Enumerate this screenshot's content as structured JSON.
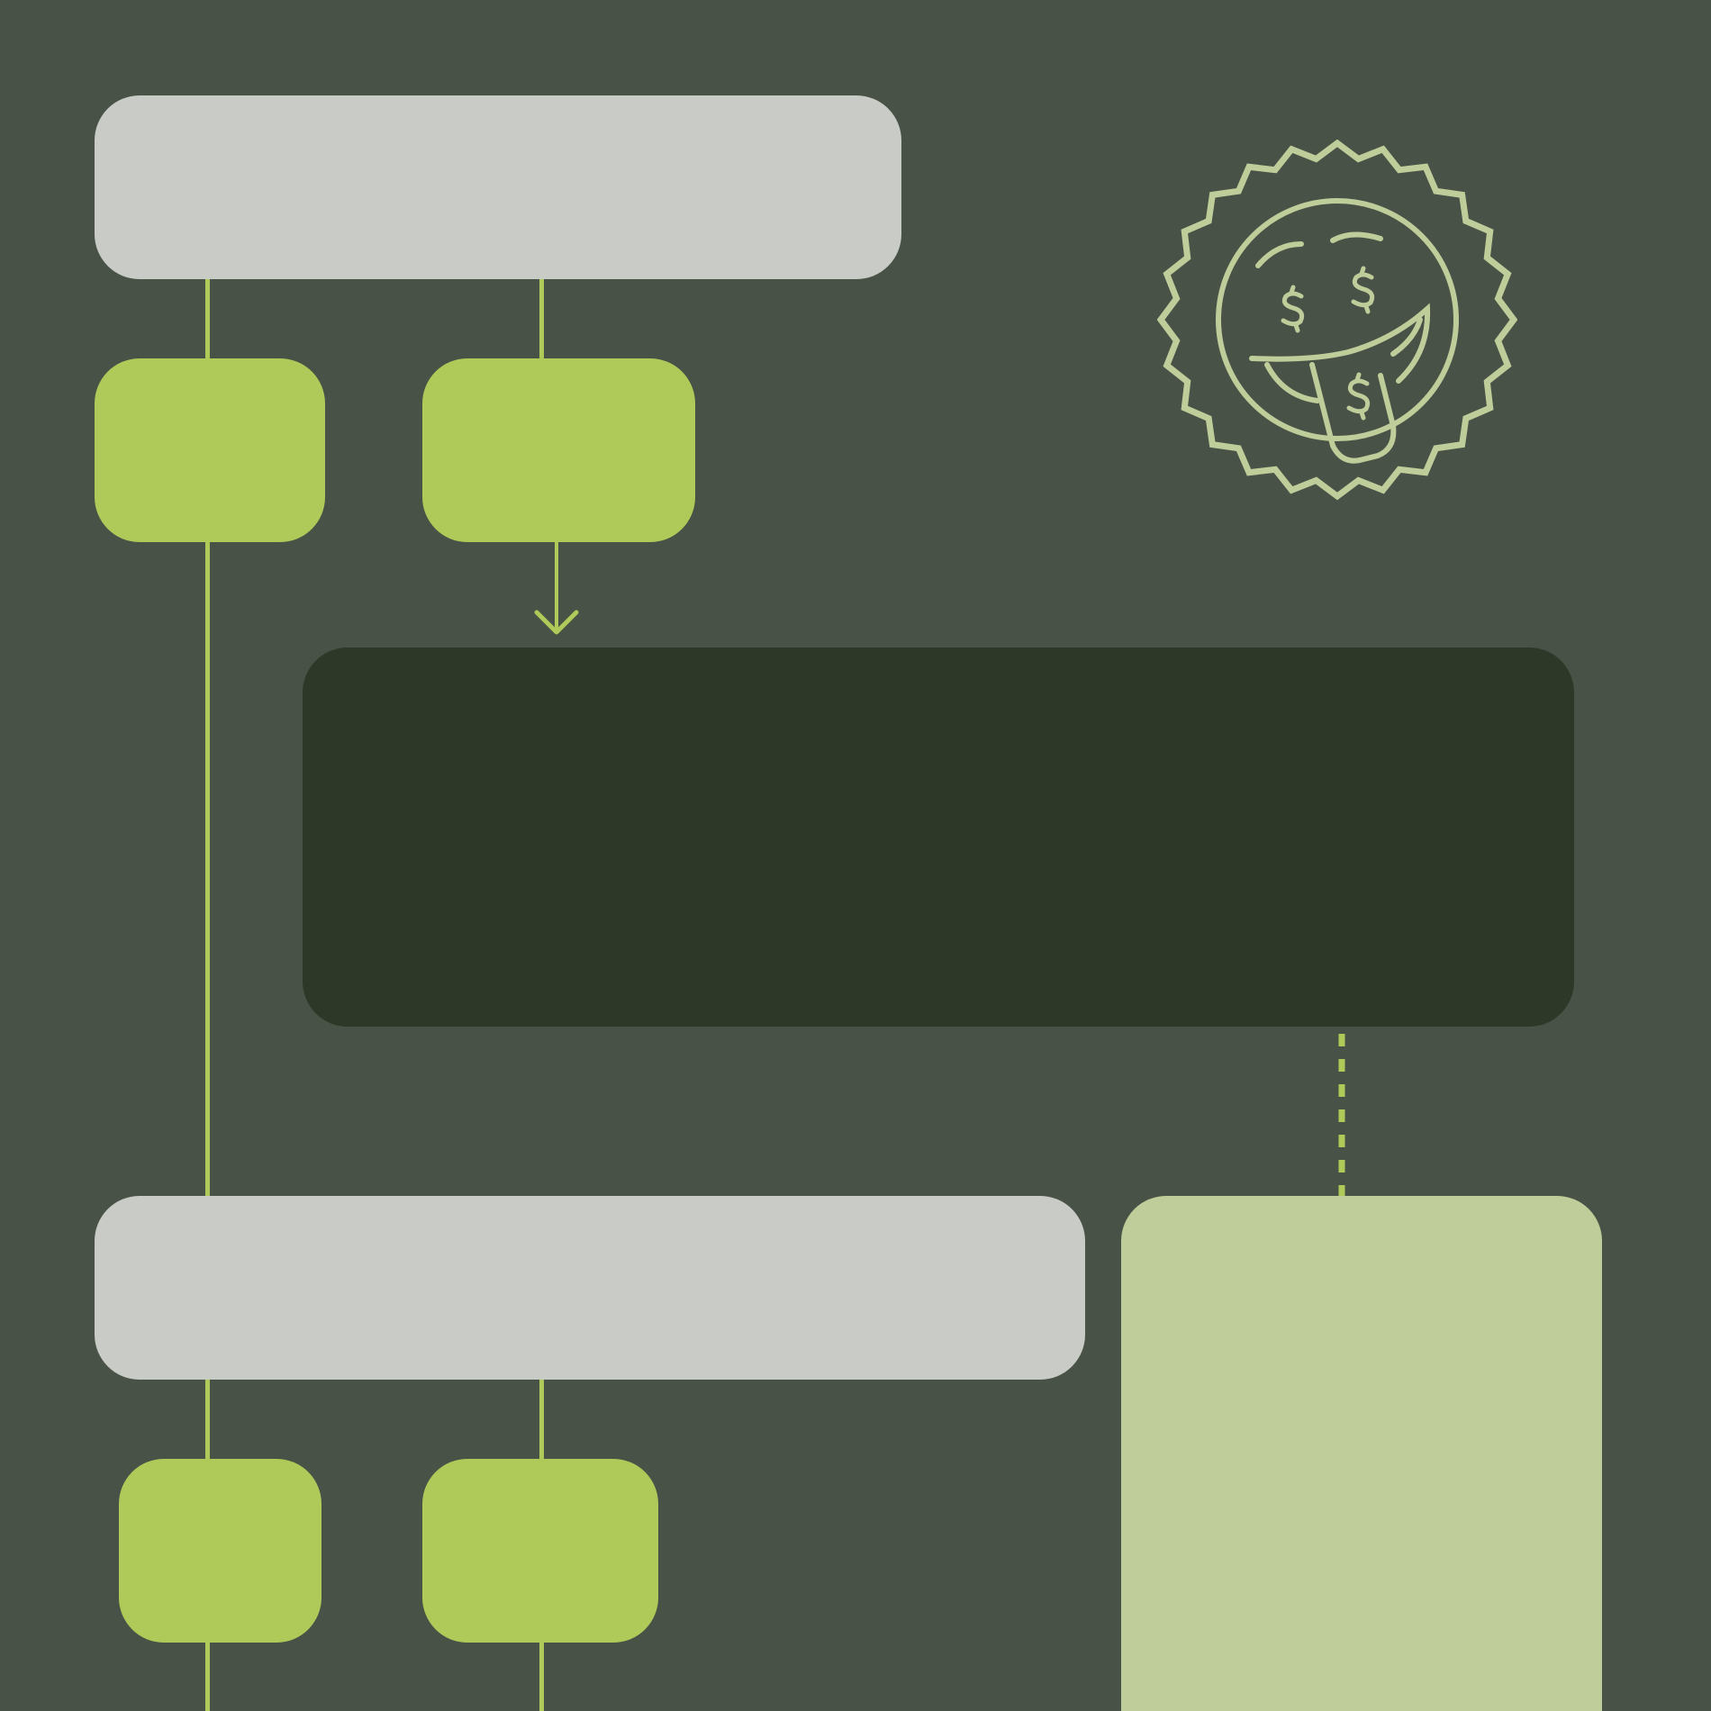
{
  "diagram": {
    "background_color": "#495246",
    "connector_color": "#b0ca59",
    "nodes": [
      {
        "id": "top-bar",
        "label": "",
        "color": "#c9cbc7"
      },
      {
        "id": "top-step-1",
        "label": "",
        "color": "#b0ca59"
      },
      {
        "id": "top-step-2",
        "label": "",
        "color": "#b0ca59"
      },
      {
        "id": "main-panel",
        "label": "",
        "color": "#2e3828"
      },
      {
        "id": "bottom-bar",
        "label": "",
        "color": "#c9cbc7"
      },
      {
        "id": "side-panel",
        "label": "",
        "color": "#bfcd9a"
      },
      {
        "id": "bottom-step-1",
        "label": "",
        "color": "#b0ca59"
      },
      {
        "id": "bottom-step-2",
        "label": "",
        "color": "#b0ca59"
      }
    ],
    "edges": [
      {
        "from": "top-bar",
        "to": "top-step-1",
        "style": "solid"
      },
      {
        "from": "top-bar",
        "to": "top-step-2",
        "style": "solid"
      },
      {
        "from": "top-step-2",
        "to": "main-panel",
        "style": "arrow"
      },
      {
        "from": "top-step-1",
        "to": "bottom-bar",
        "style": "solid"
      },
      {
        "from": "main-panel",
        "to": "side-panel",
        "style": "dashed"
      },
      {
        "from": "bottom-bar",
        "to": "bottom-step-1",
        "style": "solid"
      },
      {
        "from": "bottom-bar",
        "to": "bottom-step-2",
        "style": "solid"
      }
    ],
    "badge": {
      "icon": "money-seal-icon",
      "color": "#bfcd9a"
    }
  }
}
